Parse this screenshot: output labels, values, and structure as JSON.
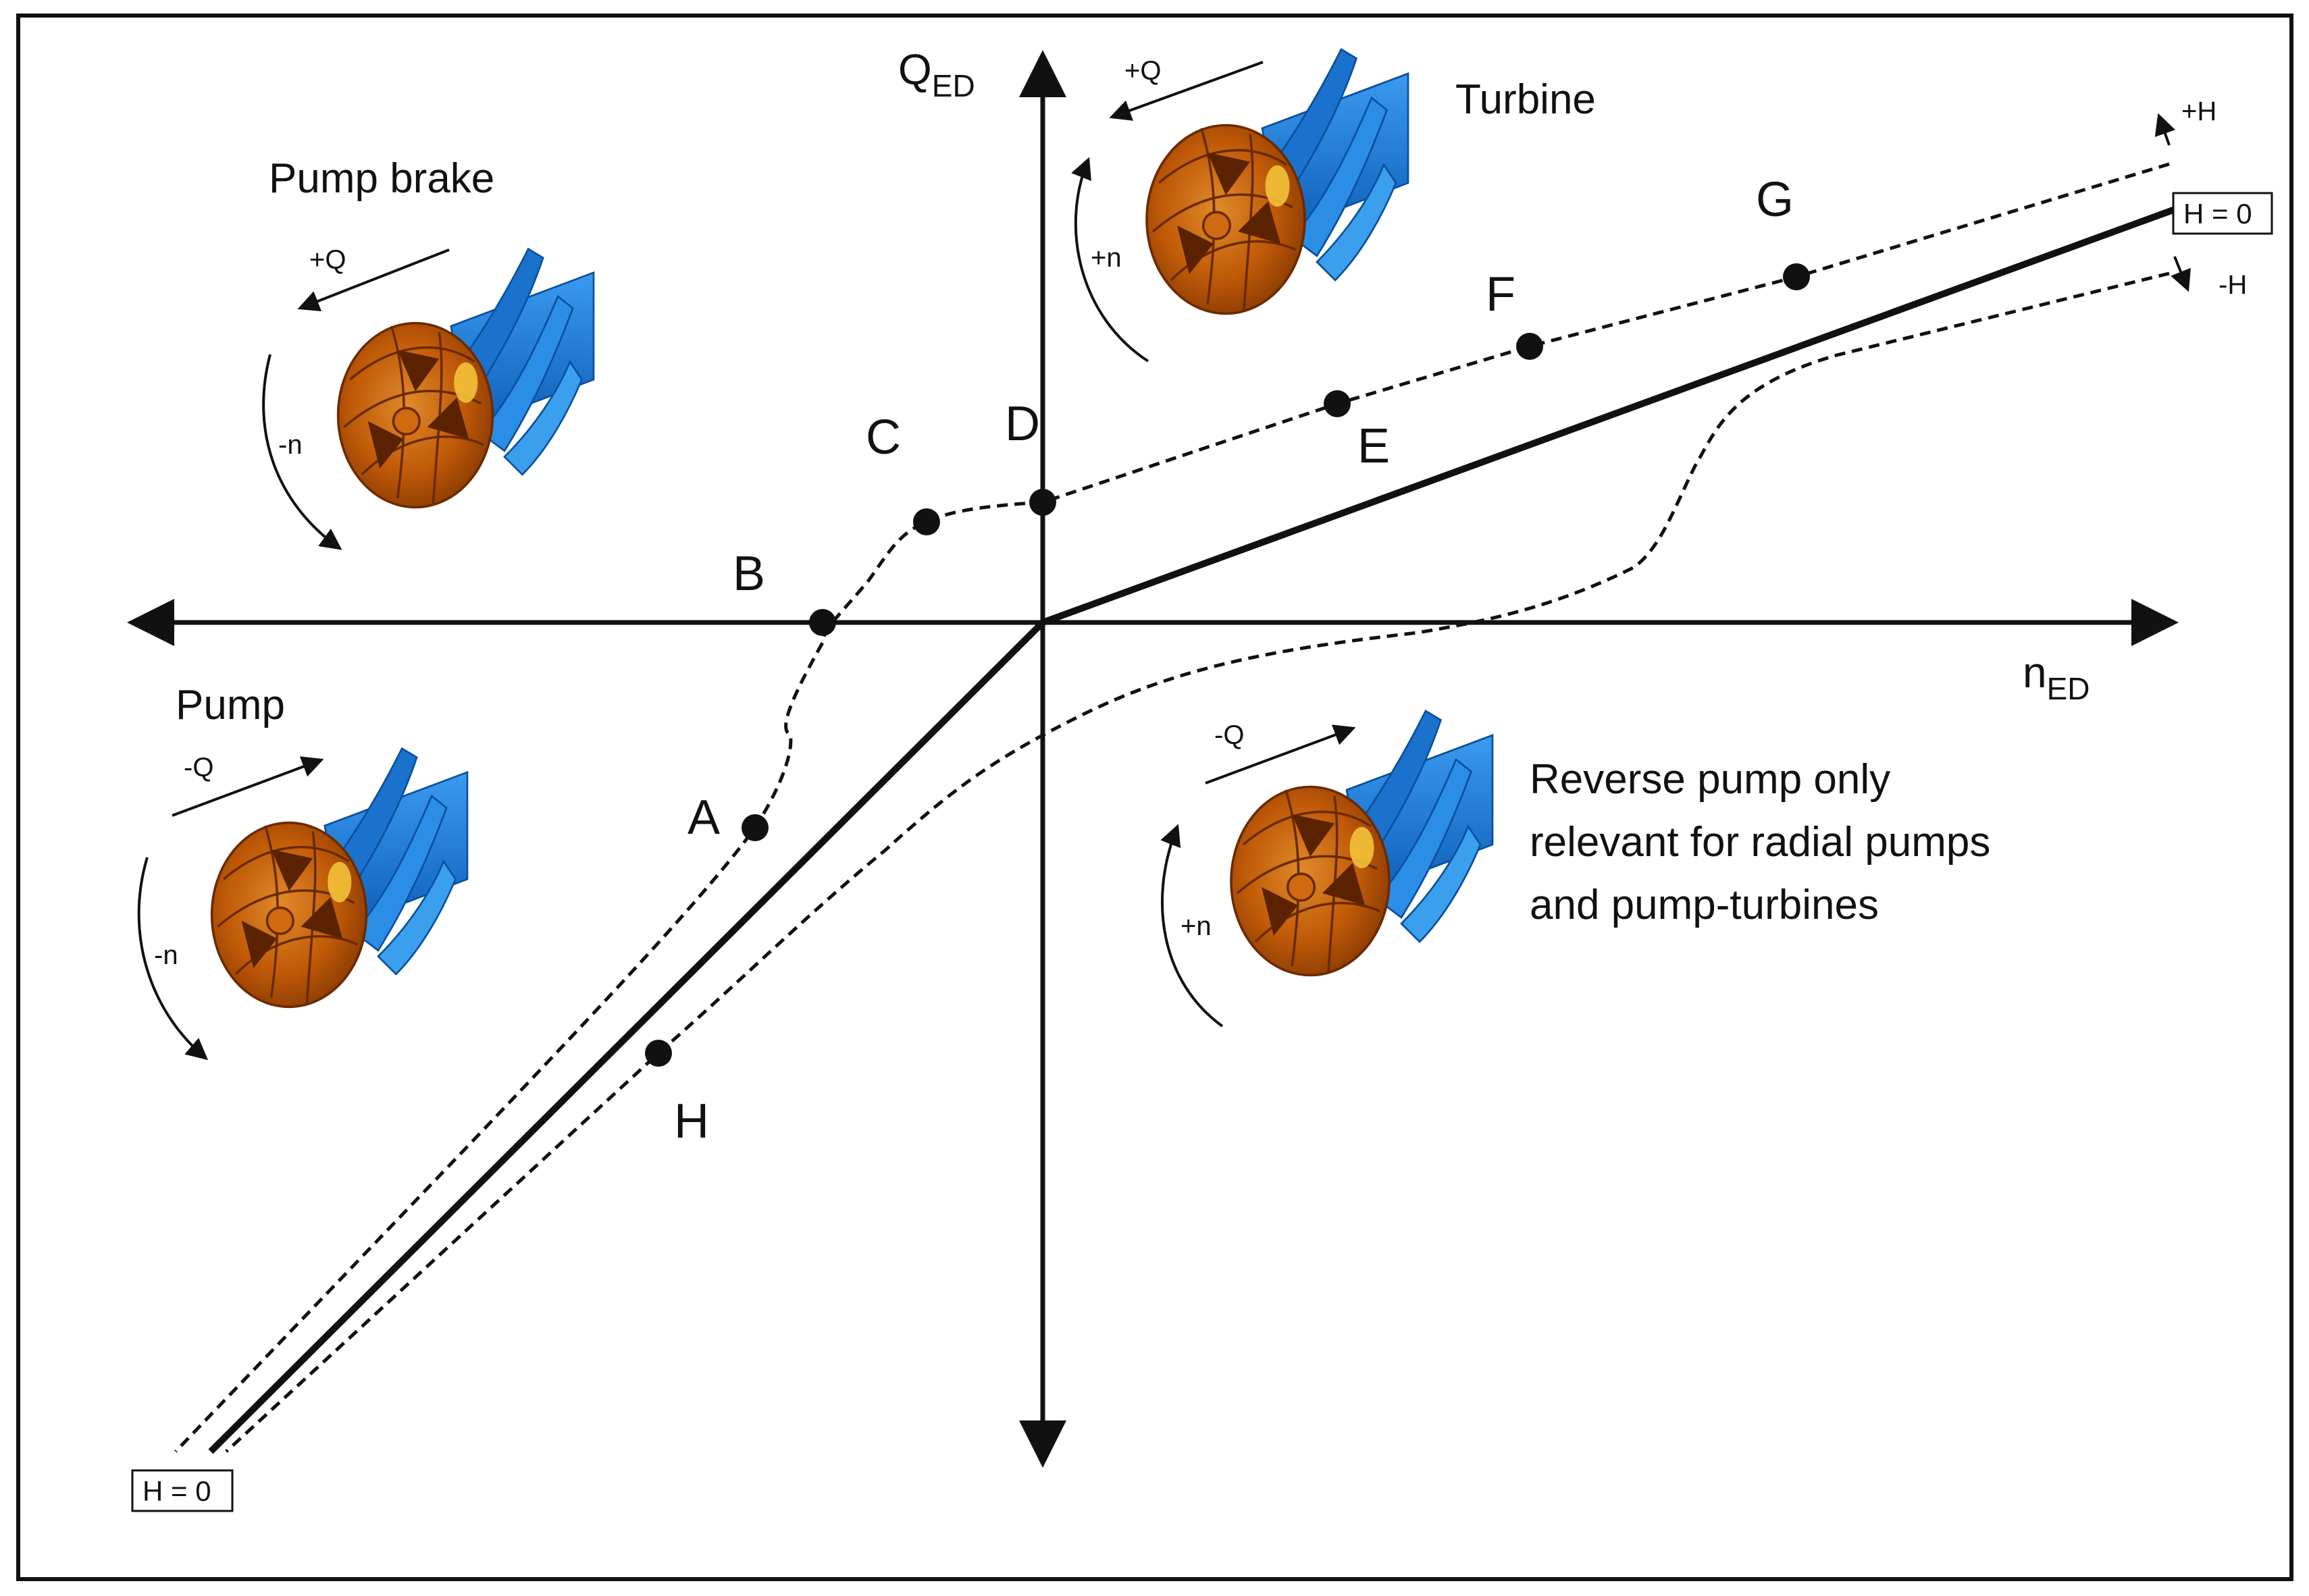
{
  "axes": {
    "y_main": "Q",
    "y_sub": "ED",
    "x_main": "n",
    "x_sub": "ED"
  },
  "regions": {
    "turbine": "Turbine",
    "pump_brake": "Pump brake",
    "pump": "Pump",
    "reverse_pump": [
      "Reverse pump only",
      "relevant for radial pumps",
      "and pump-turbines"
    ]
  },
  "flow_labels": {
    "turbine": "+Q",
    "pump_brake": "+Q",
    "pump": "-Q",
    "reverse_pump": "-Q"
  },
  "speed_labels": {
    "turbine": "+n",
    "pump_brake": "-n",
    "pump": "-n",
    "reverse_pump": "+n"
  },
  "head_labels": {
    "plus": "+H",
    "minus": "-H",
    "zero_top": "H = 0",
    "zero_bottom": "H = 0"
  },
  "points": {
    "A": "A",
    "B": "B",
    "C": "C",
    "D": "D",
    "E": "E",
    "F": "F",
    "G": "G",
    "H": "H"
  },
  "colors": {
    "runner": "#c8600a",
    "guide_vanes": "#1f7fd6",
    "line": "#111111"
  }
}
